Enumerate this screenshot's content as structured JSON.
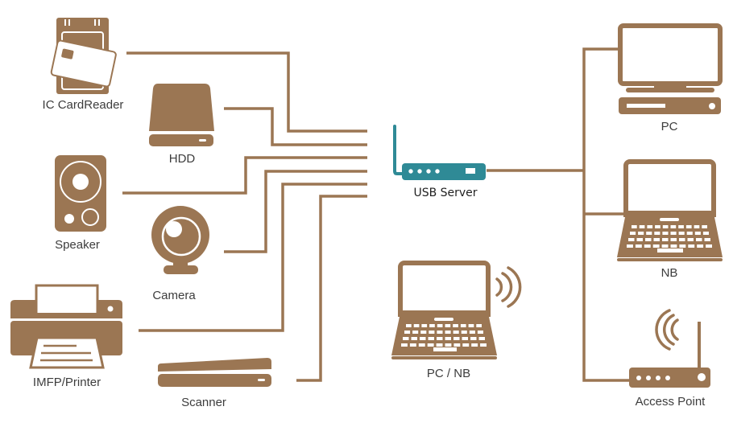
{
  "colors": {
    "device": "#9b7653",
    "line": "#9b7653",
    "server": "#2f8a96",
    "inner": "#ffffff"
  },
  "hub": {
    "label": "USB Server",
    "icon": "router-icon"
  },
  "usb_devices": [
    {
      "id": "ic-cardreader",
      "label": "IC CardReader",
      "icon": "card-reader-icon"
    },
    {
      "id": "hdd",
      "label": "HDD",
      "icon": "hard-drive-icon"
    },
    {
      "id": "speaker",
      "label": "Speaker",
      "icon": "speaker-icon"
    },
    {
      "id": "camera",
      "label": "Camera",
      "icon": "webcam-icon"
    },
    {
      "id": "printer",
      "label": "IMFP/Printer",
      "icon": "printer-icon"
    },
    {
      "id": "scanner",
      "label": "Scanner",
      "icon": "scanner-icon"
    }
  ],
  "network_clients": [
    {
      "id": "pc",
      "label": "PC",
      "icon": "desktop-computer-icon"
    },
    {
      "id": "nb",
      "label": "NB",
      "icon": "laptop-icon"
    },
    {
      "id": "access-point",
      "label": "Access Point",
      "icon": "wifi-router-icon"
    }
  ],
  "wireless_client": {
    "id": "pc-nb",
    "label": "PC / NB",
    "icon": "wireless-laptop-icon"
  }
}
